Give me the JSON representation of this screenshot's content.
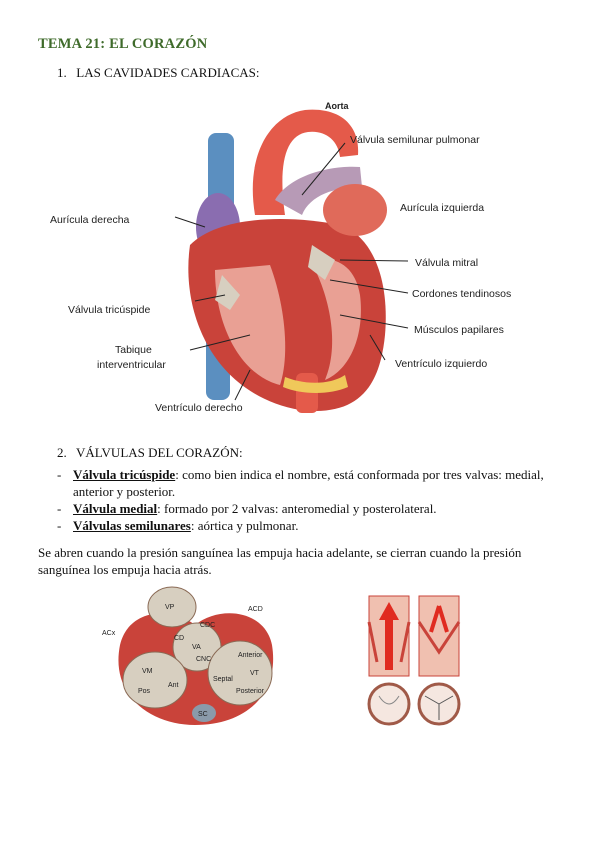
{
  "title": "TEMA 21: EL CORAZÓN",
  "section1": {
    "number": "1.",
    "heading": "LAS CAVIDADES CARDIACAS:"
  },
  "heart_labels": {
    "aorta": "Aorta",
    "semilunar_pulmonar": "Válvula semilunar pulmonar",
    "auricula_izquierda": "Aurícula izquierda",
    "auricula_derecha": "Aurícula derecha",
    "valvula_mitral": "Válvula mitral",
    "cordones": "Cordones tendinosos",
    "tricuspide": "Válvula tricúspide",
    "musculos": "Músculos papilares",
    "tabique_1": "Tabique",
    "tabique_2": "interventricular",
    "ventriculo_izquierdo": "Ventrículo izquierdo",
    "ventriculo_derecho": "Ventrículo derecho"
  },
  "section2": {
    "number": "2.",
    "heading": "VÁLVULAS DEL CORAZÓN:"
  },
  "valves": [
    {
      "dash": "-",
      "name": "Válvula tricúspide",
      "text": ": como bien indica el nombre, está conformada por tres valvas: medial, anterior y posterior."
    },
    {
      "dash": "-",
      "name": "Válvula medial",
      "text": ": formado por 2 valvas: anteromedial y posterolateral."
    },
    {
      "dash": "-",
      "name": "Válvulas semilunares",
      "text": ": aórtica y pulmonar."
    }
  ],
  "paragraph": "Se abren cuando la presión sanguínea las empuja hacia adelante, se cierran cuando la presión sanguínea los empuja hacia atrás.",
  "valve_labels": {
    "vp": "VP",
    "acd": "ACD",
    "acx": "ACx",
    "cdc": "CDC",
    "cd": "CD",
    "va": "VA",
    "cnc": "CNC",
    "vm": "VM",
    "ant": "Ant",
    "pos": "Pos",
    "anterior": "Anterior",
    "vt": "VT",
    "septal": "Septal",
    "posterior": "Posterior",
    "sc": "SC"
  },
  "colors": {
    "title": "#3f6b2b",
    "muscle": "#c9433a",
    "vessel_blue": "#5b8fc0",
    "aorta": "#e45a4a",
    "valve": "#d7cfc0"
  }
}
